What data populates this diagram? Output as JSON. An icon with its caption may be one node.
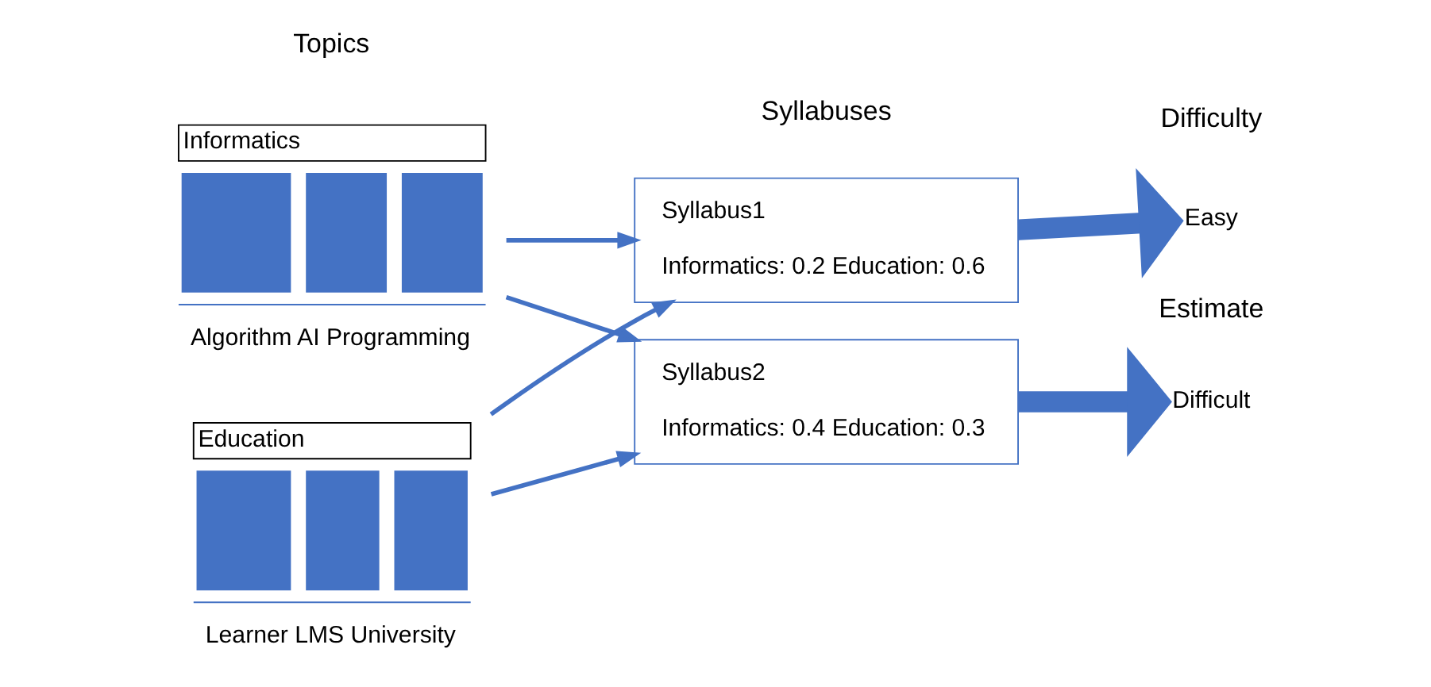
{
  "diagram": {
    "nodes": [
      {
        "text": [
          "Informatics"
        ],
        "beside": [
          "Algorithm AI Programming"
        ]
      },
      {
        "text": [
          "Education"
        ],
        "beside": [
          "Learner LMS University"
        ]
      },
      {
        "text": [
          "Syllabus1",
          "Informatics: 0.2 Education: 0.6"
        ]
      },
      {
        "text": [
          "Syllabus2",
          "Informatics: 0.4 Education: 0.3"
        ]
      },
      {
        "text": [
          "Easy"
        ]
      },
      {
        "text": [
          "Difficult"
        ]
      }
    ],
    "edges": [
      {
        "from": 0,
        "to": 2,
        "arrow": "to"
      },
      {
        "from": 0,
        "to": 3,
        "arrow": "to"
      },
      {
        "from": 1,
        "to": 2,
        "arrow": "to"
      },
      {
        "from": 1,
        "to": 3,
        "arrow": "to"
      },
      {
        "from": 2,
        "to": 4,
        "arrow": "to",
        "style": "thick"
      },
      {
        "from": 3,
        "to": 5,
        "arrow": "to",
        "style": "thick"
      }
    ],
    "labels": [
      "Topics",
      "Syllabuses",
      "Difficulty",
      "Estimate"
    ]
  }
}
